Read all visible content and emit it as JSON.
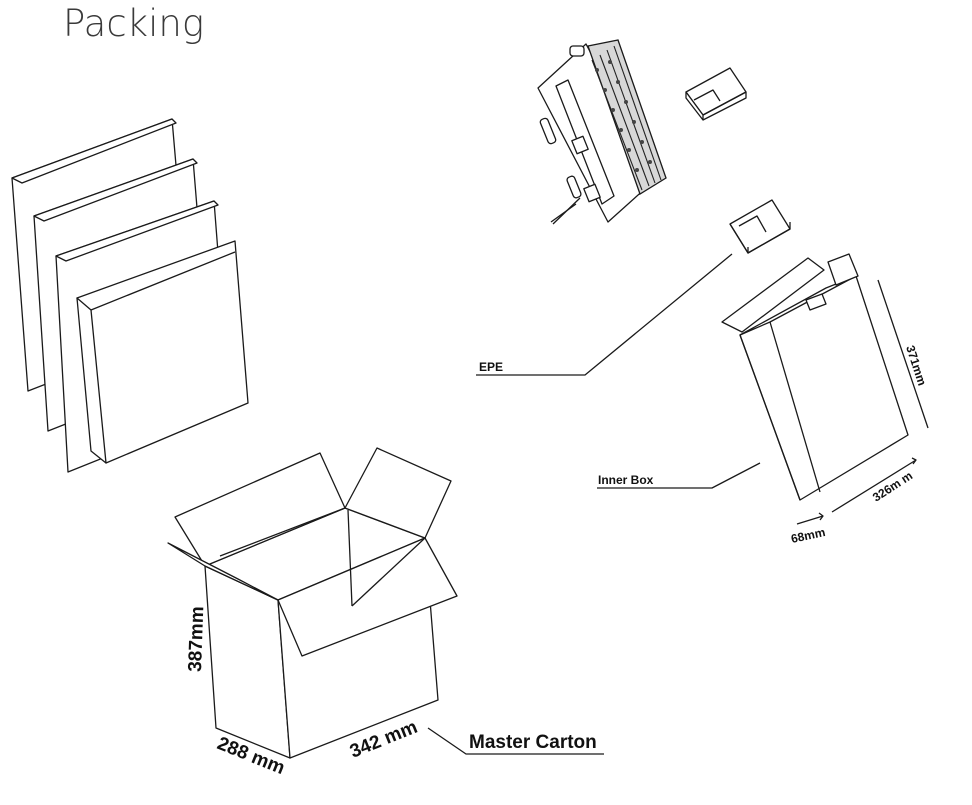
{
  "title": "Packing",
  "labels": {
    "epe": "EPE",
    "inner_box": "Inner Box",
    "master_carton": "Master Carton"
  },
  "dimensions": {
    "inner_height": "371mm",
    "inner_width": "326m m",
    "inner_depth": "68mm",
    "master_height": "387mm",
    "master_depth": "288 mm",
    "master_width": "342 mm"
  }
}
